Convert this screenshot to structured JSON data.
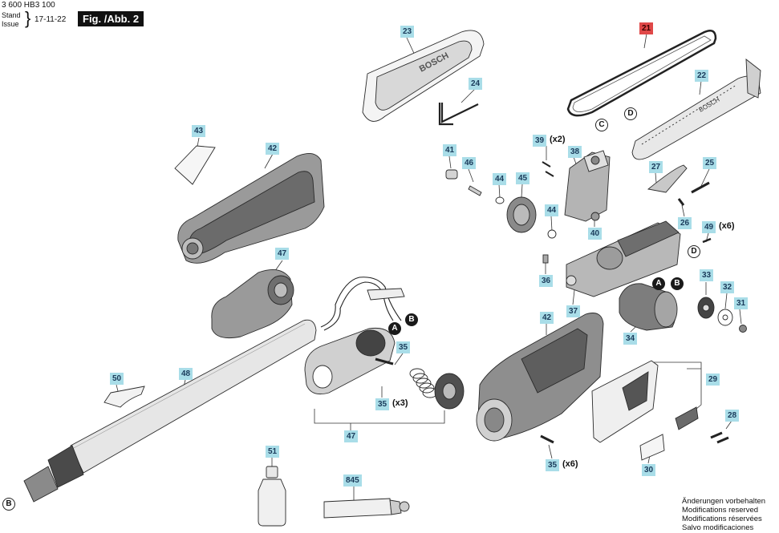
{
  "header": {
    "doc_number": "3 600 HB3 100",
    "stand_label": "Stand",
    "issue_label": "Issue",
    "date": "17-11-22",
    "figure_label": "Fig. /Abb. 2"
  },
  "footer": {
    "line1": "Änderungen vorbehalten",
    "line2": "Modifications reserved",
    "line3": "Modifications réservées",
    "line4": "Salvo modificaciones"
  },
  "callouts": {
    "c23": "23",
    "c24": "24",
    "c21": "21",
    "c22": "22",
    "c43": "43",
    "c42a": "42",
    "c41": "41",
    "c46": "46",
    "c44a": "44",
    "c45": "45",
    "c39": "39",
    "c38": "38",
    "c44b": "44",
    "c40": "40",
    "c27": "27",
    "c25": "25",
    "c26": "26",
    "c49": "49",
    "c47a": "47",
    "c36": "36",
    "c37": "37",
    "c33": "33",
    "c32": "32",
    "c31": "31",
    "c34": "34",
    "c42b": "42",
    "c35a": "35",
    "c35b": "35",
    "c50": "50",
    "c48": "48",
    "c47b": "47",
    "c29": "29",
    "c28": "28",
    "c30": "30",
    "c35c": "35",
    "c51": "51",
    "c845": "845"
  },
  "quantities": {
    "q39": "(x2)",
    "q49": "(x6)",
    "q35b": "(x3)",
    "q35c": "(x6)"
  },
  "markers": {
    "C1": "C",
    "D1": "D",
    "D2": "D",
    "A1": "A",
    "B1": "B",
    "A2": "A",
    "B2": "B",
    "B3": "B"
  },
  "colors": {
    "callout_fill": "#a9dde8",
    "callout_highlight": "#e04848",
    "line_art": "#2a2a2a",
    "part_shade": "#8c8c8c"
  }
}
